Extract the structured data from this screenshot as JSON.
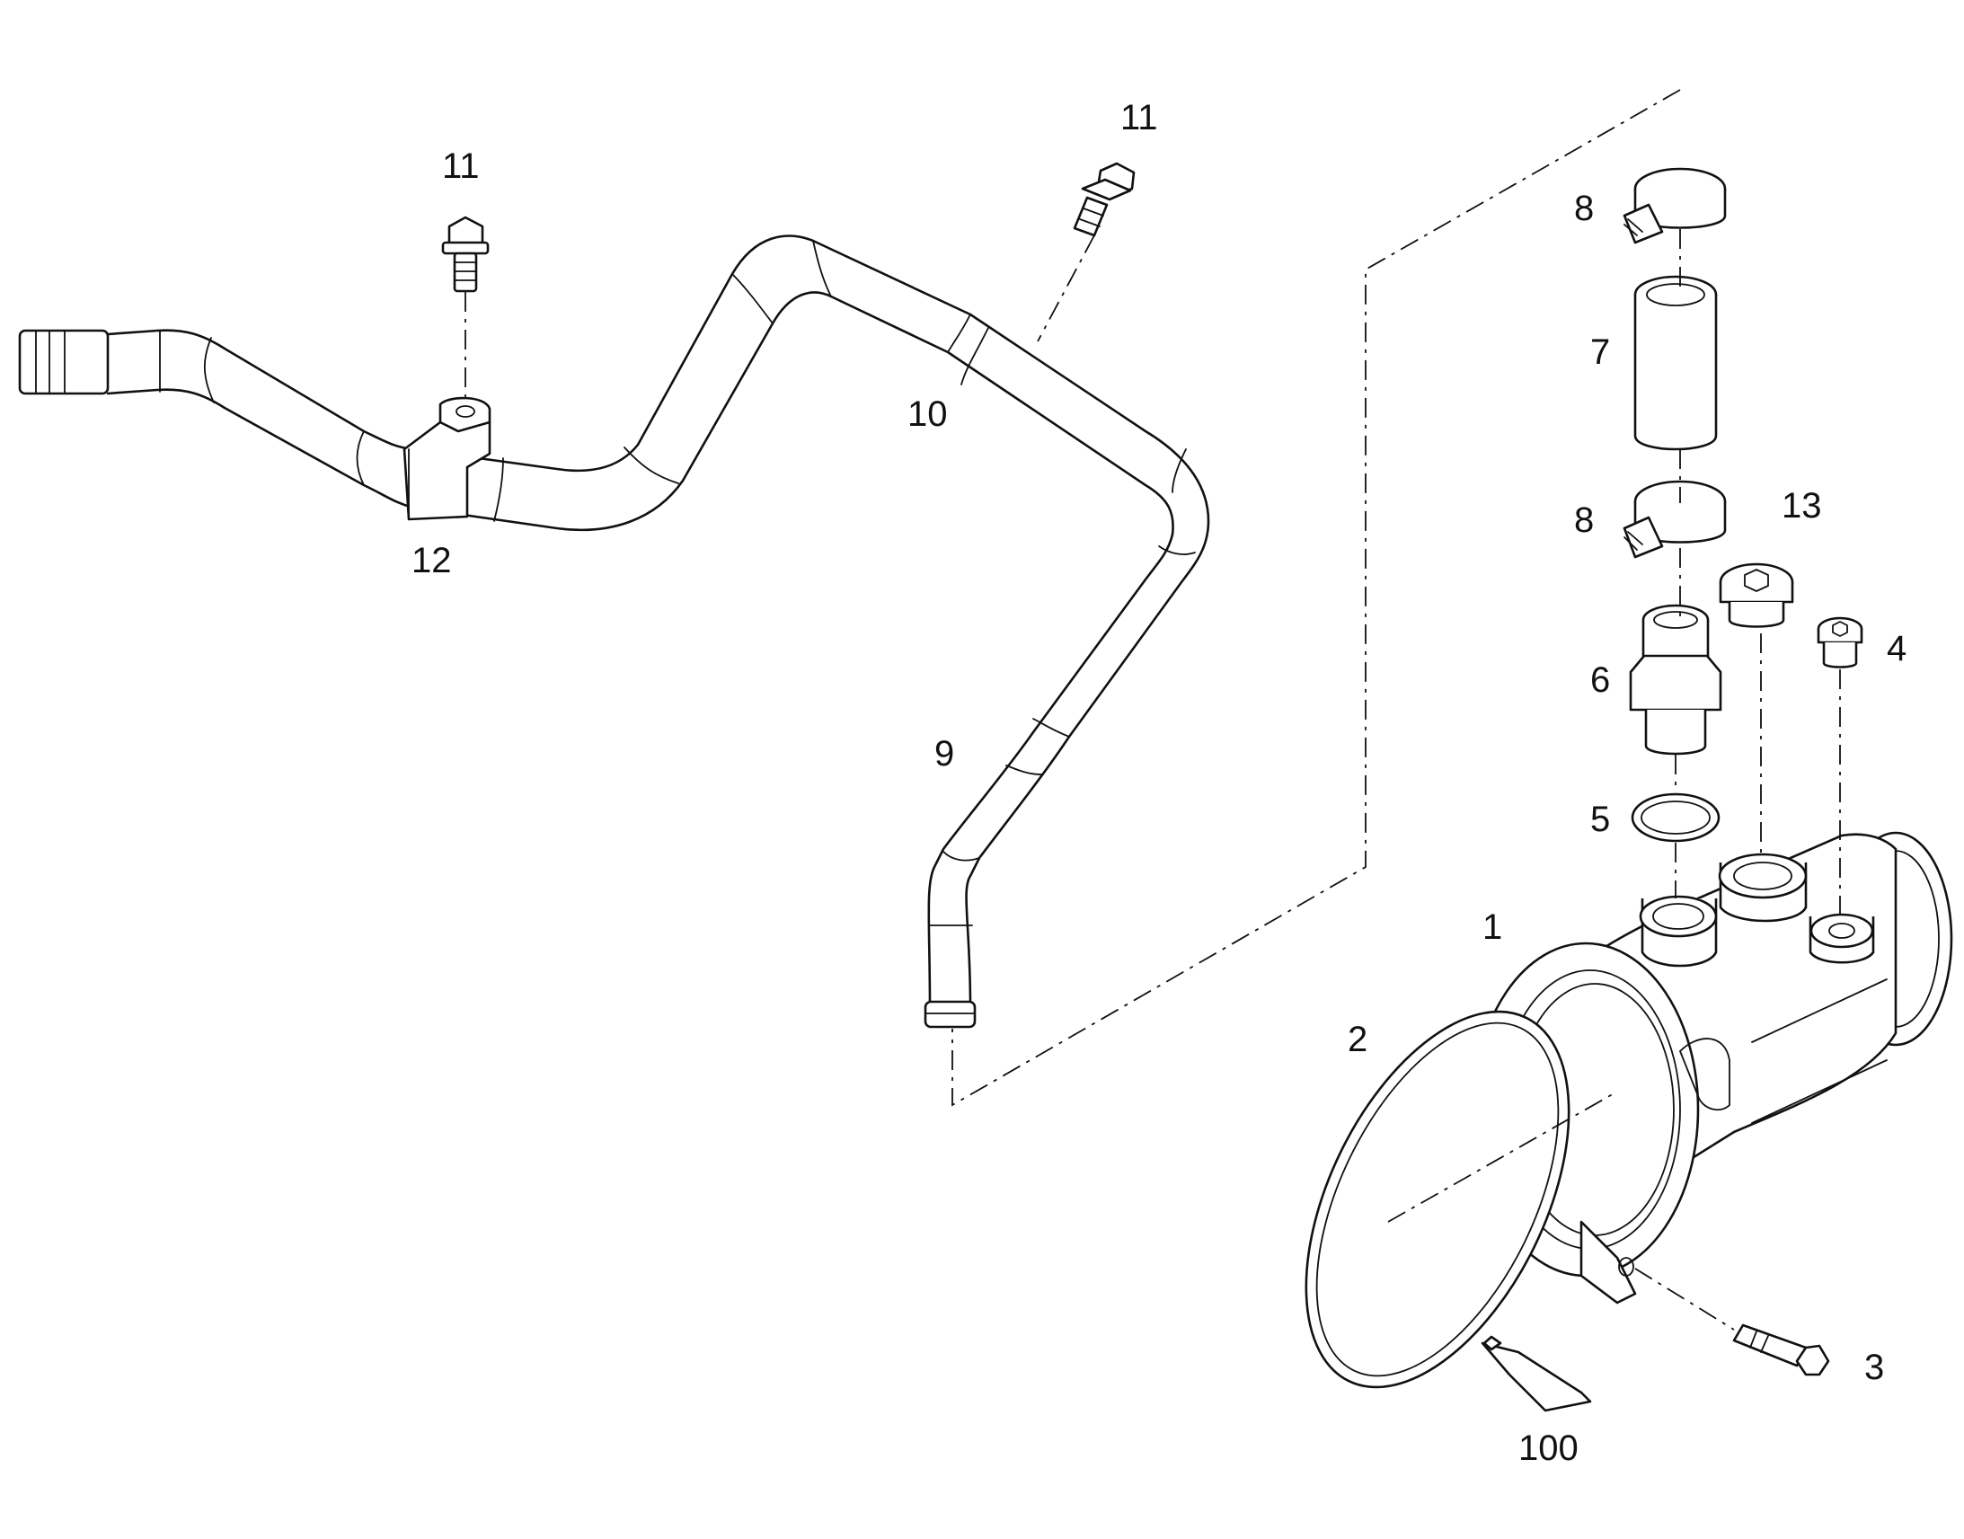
{
  "callouts": {
    "c1": "1",
    "c2": "2",
    "c3": "3",
    "c4": "4",
    "c5": "5",
    "c6": "6",
    "c7": "7",
    "c8a": "8",
    "c8b": "8",
    "c9": "9",
    "c10": "10",
    "c11a": "11",
    "c11b": "11",
    "c12": "12",
    "c13": "13",
    "c100": "100"
  },
  "colors": {
    "line": "#111111",
    "background": "#ffffff"
  }
}
